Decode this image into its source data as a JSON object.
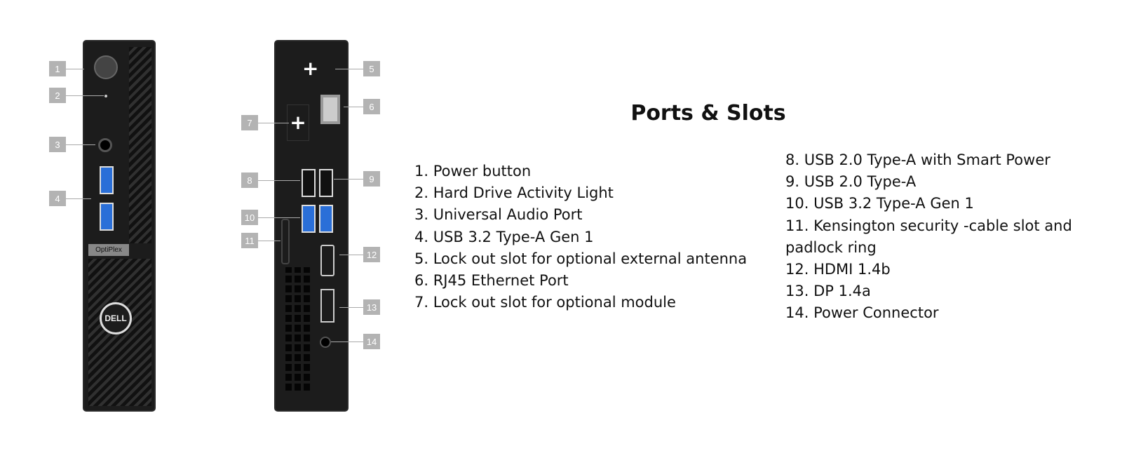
{
  "title": "Ports & Slots",
  "front_label": "OptiPlex",
  "logo": "DELL",
  "callouts": [
    "1",
    "2",
    "3",
    "4",
    "5",
    "6",
    "7",
    "8",
    "9",
    "10",
    "11",
    "12",
    "13",
    "14"
  ],
  "left_list": [
    "1. Power button",
    "2. Hard Drive Activity Light",
    "3. Universal Audio Port",
    "4. USB 3.2 Type-A Gen 1",
    "5. Lock out slot for optional external antenna",
    "6. RJ45 Ethernet Port",
    "7. Lock out slot for optional module"
  ],
  "right_list": [
    "8. USB 2.0 Type-A with Smart Power",
    "9. USB 2.0 Type-A",
    "10. USB 3.2 Type-A Gen 1",
    "11. Kensington security -cable slot and",
    "padlock ring",
    "12. HDMI 1.4b",
    "13. DP 1.4a",
    "14. Power Connector"
  ]
}
